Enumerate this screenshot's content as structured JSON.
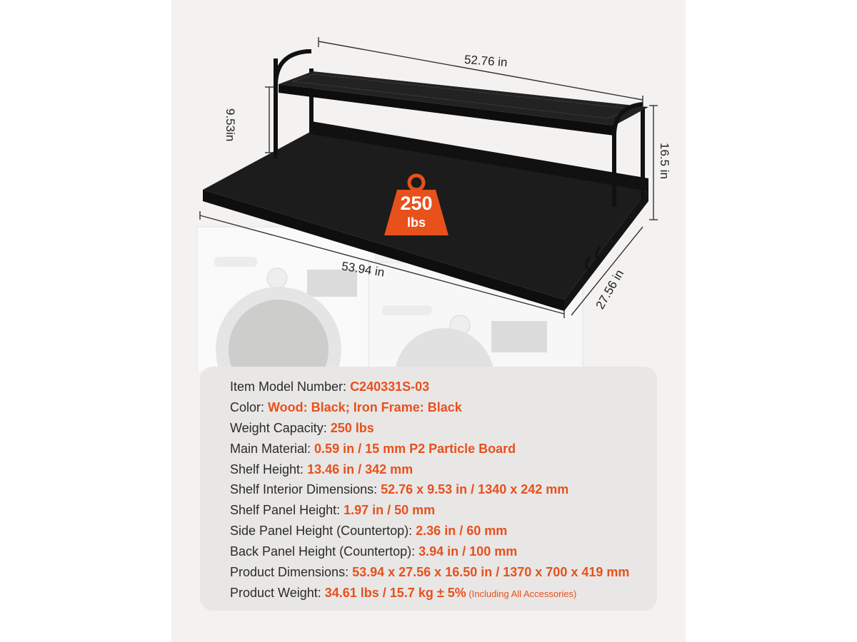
{
  "dimensions": {
    "width_top": "52.76 in",
    "shelf_height": "9.53in",
    "total_height": "16.5 in",
    "width_bottom": "53.94 in",
    "depth": "27.56 in"
  },
  "weight_badge": {
    "number": "250",
    "unit": "lbs"
  },
  "specs": [
    {
      "label": "Item Model Number: ",
      "value": "C240331S-03"
    },
    {
      "label": "Color: ",
      "value": "Wood: Black; Iron Frame: Black"
    },
    {
      "label": "Weight Capacity: ",
      "value": "250 lbs"
    },
    {
      "label": "Main Material: ",
      "value": "0.59 in / 15 mm P2 Particle Board"
    },
    {
      "label": "Shelf Height: ",
      "value": "13.46 in / 342 mm"
    },
    {
      "label": "Shelf Interior Dimensions: ",
      "value": "52.76 x 9.53 in / 1340 x 242 mm"
    },
    {
      "label": "Shelf Panel Height: ",
      "value": "1.97 in / 50 mm"
    },
    {
      "label": "Side Panel Height (Countertop): ",
      "value": "2.36 in / 60 mm"
    },
    {
      "label": "Back Panel Height (Countertop): ",
      "value": "3.94 in / 100 mm"
    },
    {
      "label": "Product Dimensions: ",
      "value": "53.94 x 27.56 x 16.50 in / 1370 x 700 x 419 mm"
    },
    {
      "label": "Product Weight: ",
      "value": "34.61 lbs / 15.7 kg ± 5%",
      "note": " (Including All Accessories)"
    }
  ],
  "colors": {
    "accent": "#e8501c",
    "frame": "#1a1a1a",
    "card": "#e8e7e6"
  }
}
